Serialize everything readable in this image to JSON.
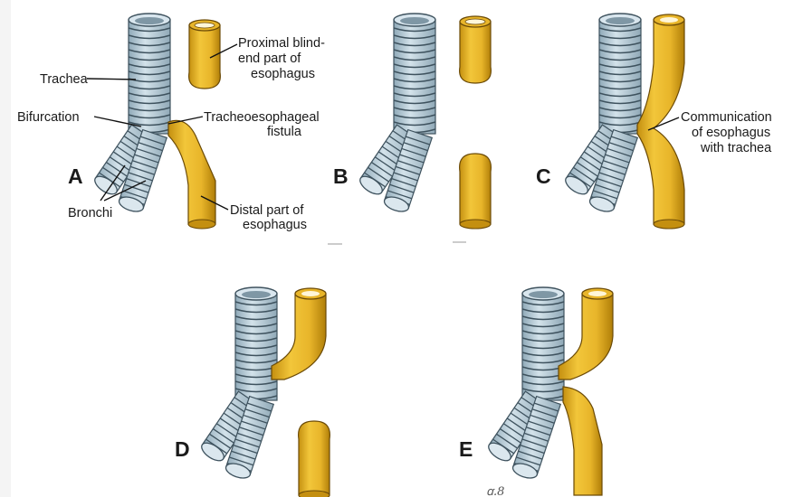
{
  "panels": [
    {
      "letter": "A"
    },
    {
      "letter": "B"
    },
    {
      "letter": "C"
    },
    {
      "letter": "D"
    },
    {
      "letter": "E"
    }
  ],
  "labels": {
    "trachea": "Trachea",
    "bifurcation": "Bifurcation",
    "bronchi": "Bronchi",
    "proximal_line1": "Proximal blind-",
    "proximal_line2": "end part of",
    "proximal_line3": "esophagus",
    "fistula_line1": "Tracheoesophageal",
    "fistula_line2": "fistula",
    "distal_line1": "Distal part of",
    "distal_line2": "esophagus",
    "comm_line1": "Communication",
    "comm_line2": "of esophagus",
    "comm_line3": "with trachea"
  },
  "colors": {
    "trachea_fill": "#b6ccd8",
    "trachea_ring": "#3e525e",
    "trachea_shade": "#8fa9b8",
    "esophagus_fill": "#e8b52a",
    "esophagus_shade": "#c48f10",
    "esophagus_outline": "#6b4a06",
    "lumen": "#fff6d8"
  }
}
